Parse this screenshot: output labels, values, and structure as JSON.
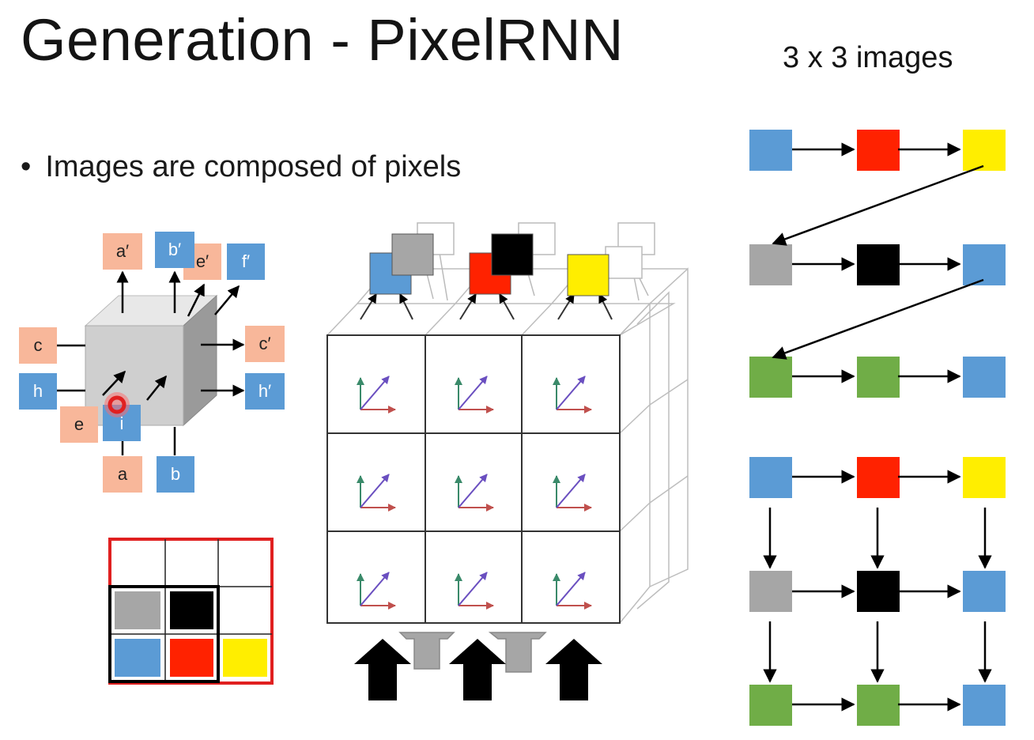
{
  "title": "Generation - PixelRNN",
  "grid_caption": "3 x 3 images",
  "bullet": "Images are composed of pixels",
  "lstm_cell": {
    "top_outputs": [
      "a′",
      "b′",
      "e′",
      "f′"
    ],
    "left_inputs": [
      "c",
      "h"
    ],
    "right_outputs": [
      "c′",
      "h′"
    ],
    "bottom_inputs": [
      "e",
      "i",
      "a",
      "b"
    ]
  },
  "colors": {
    "blue": "#5b9bd5",
    "red": "#ff2200",
    "yellow": "#ffee00",
    "gray": "#a6a6a6",
    "black": "#000000",
    "green": "#70ad47",
    "salmon": "#f8b79a",
    "cube_red": "#e02020"
  },
  "image_grid_3x3": [
    [
      "white",
      "white",
      "white"
    ],
    [
      "gray",
      "black",
      "white"
    ],
    [
      "blue",
      "red",
      "yellow"
    ]
  ],
  "generated_pixels": [
    "blue",
    "gray",
    "red",
    "black",
    "yellow"
  ],
  "sequence_raster": [
    [
      "blue",
      "red",
      "yellow"
    ],
    [
      "gray",
      "black",
      "blue"
    ],
    [
      "green",
      "green",
      "blue"
    ]
  ],
  "sequence_grid": [
    [
      "blue",
      "red",
      "yellow"
    ],
    [
      "gray",
      "black",
      "blue"
    ],
    [
      "green",
      "green",
      "blue"
    ]
  ]
}
